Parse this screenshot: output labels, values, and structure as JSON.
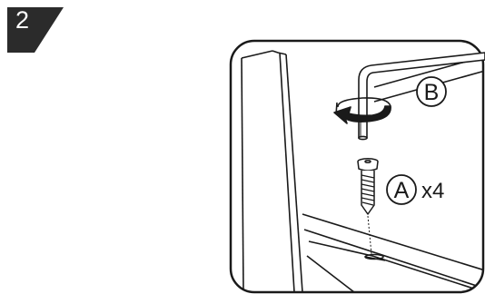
{
  "step": {
    "number": "2",
    "badge_color": "#2b2b2b"
  },
  "parts": [
    {
      "letter": "A",
      "name": "screw",
      "quantity_label": "x4"
    },
    {
      "letter": "B",
      "name": "hex key",
      "quantity_label": ""
    }
  ],
  "colors": {
    "line": "#1a1a1a",
    "background": "#ffffff"
  },
  "icons": {
    "rotation": "clockwise-rotation-arrow-icon",
    "screw": "screw-icon",
    "hex_key": "hex-key-icon"
  }
}
